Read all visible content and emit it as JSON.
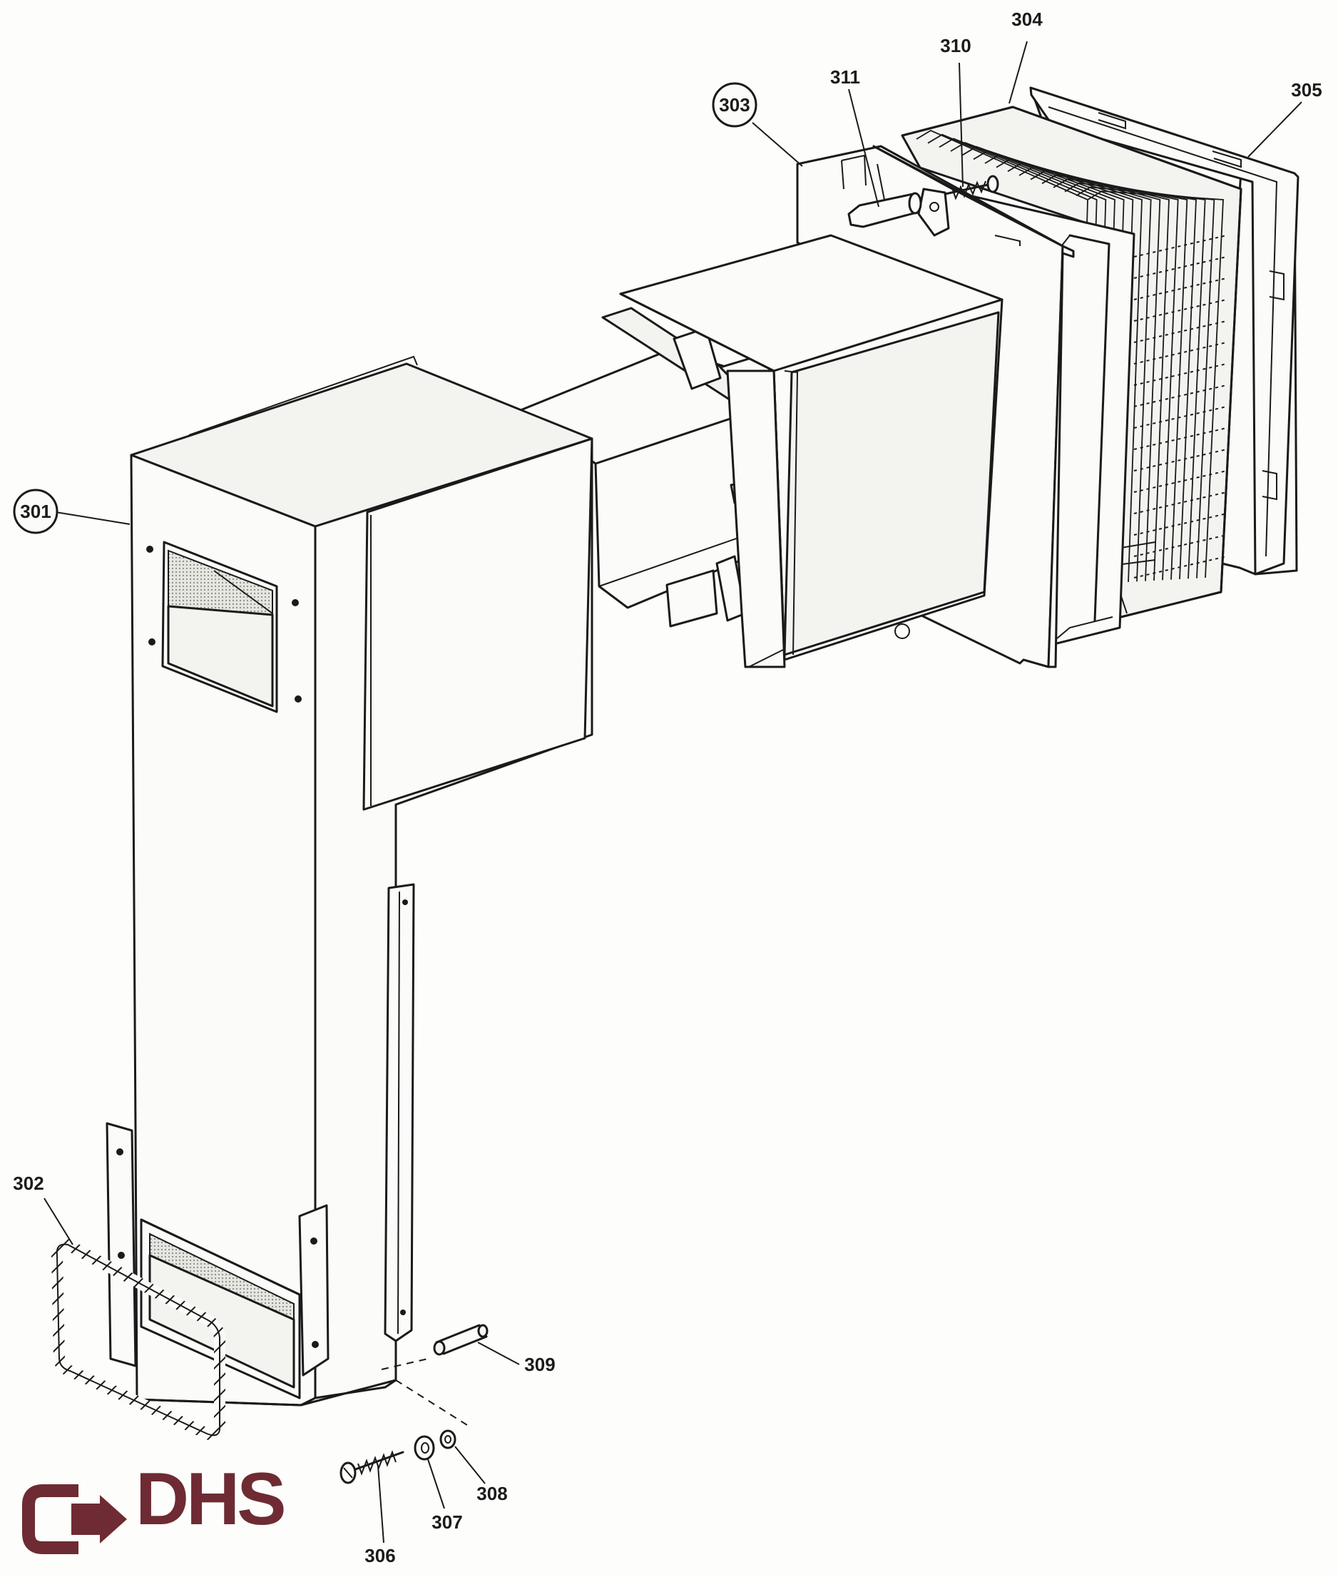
{
  "callouts": {
    "c301": "301",
    "c302": "302",
    "c303": "303",
    "c304": "304",
    "c305": "305",
    "c306": "306",
    "c307": "307",
    "c308": "308",
    "c309": "309",
    "c310": "310",
    "c311": "311"
  },
  "logo": {
    "text": "DHS",
    "color": "#6e2b33"
  },
  "line_color": "#1a1a1a"
}
